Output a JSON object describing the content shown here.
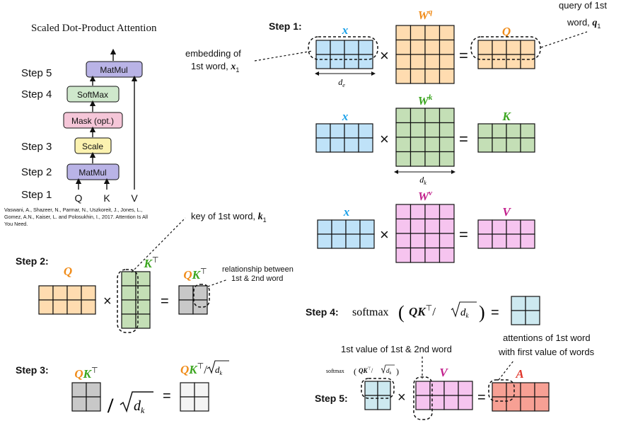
{
  "left_panel": {
    "title": "Scaled Dot-Product Attention",
    "steps": [
      "Step 5",
      "Step 4",
      "Step 3",
      "Step 2",
      "Step 1"
    ],
    "blocks": [
      "MatMul",
      "SoftMax",
      "Mask (opt.)",
      "Scale",
      "MatMul"
    ],
    "inputs": [
      "Q",
      "K",
      "V"
    ],
    "citation_lines": [
      "Vaswani, A., Shazeer, N., Parmar, N., Uszkoreit, J., Jones, L.,",
      "Gomez, A.N., Kaiser, L. and Polosukhin, I., 2017. Attention Is All",
      "You Need."
    ],
    "colors": {
      "matmul": "#b9b3e6",
      "softmax": "#cfe8cc",
      "mask": "#f5c6d8",
      "scale": "#fbf2b0"
    }
  },
  "step1": {
    "label": "Step 1:",
    "embedding_annotation_lines": [
      "embedding of",
      "1st word,"
    ],
    "embedding_symbol": "x",
    "embedding_sub": "1",
    "query_annotation_lines": [
      "query of 1st",
      "word,"
    ],
    "query_symbol": "q",
    "query_sub": "1",
    "rows": [
      {
        "x": "x",
        "w": "W",
        "w_sup": "q",
        "out": "Q",
        "color": "#ffdcb0",
        "title_color": "#f08c1a",
        "w_color": "#f08c1a",
        "dim": "d",
        "dim_sub": "e"
      },
      {
        "x": "x",
        "w": "W",
        "w_sup": "k",
        "out": "K",
        "color": "#c4dfb6",
        "title_color": "#3aa51e",
        "w_color": "#3aa51e",
        "dim": "d",
        "dim_sub": "k"
      },
      {
        "x": "x",
        "w": "W",
        "w_sup": "v",
        "out": "V",
        "color": "#f6c4ef",
        "title_color": "#c2208c",
        "w_color": "#c2208c"
      }
    ]
  },
  "step2": {
    "label": "Step 2:",
    "q": "Q",
    "kt": "K",
    "kt_sup": "⊤",
    "key_annotation": "key of 1st word,",
    "key_symbol": "k",
    "key_sub": "1",
    "relationship_lines": [
      "relationship between",
      "1st & 2nd word"
    ]
  },
  "step3": {
    "label": "Step 3:",
    "qkt_q": "Q",
    "qkt_k": "K",
    "qkt_sup": "⊤",
    "divide": "/",
    "sqrt_dk": "d",
    "sqrt_dk_sub": "k"
  },
  "step4": {
    "label": "Step 4:",
    "softmax": "softmax",
    "equals": "="
  },
  "step5": {
    "label": "Step 5:",
    "mini_label": "softmax",
    "first_value_annotation": "1st value of 1st & 2nd word",
    "attention_annotation_lines": [
      "attentions of 1st word",
      "with first value of words"
    ],
    "v": "V",
    "a": "A"
  },
  "colors": {
    "x": "#bfe2f8",
    "q": "#ffdcb0",
    "k": "#c4dfb6",
    "v": "#f6c4ef",
    "gray": "#c8c8c8",
    "white": "#f4f4f4",
    "softmax_cell": "#cde9f0",
    "a": "#f7a094",
    "x_title": "#1aa0e8",
    "q_title": "#f08c1a",
    "k_title": "#3aa51e",
    "v_title": "#c2208c",
    "a_title": "#e0352a"
  }
}
